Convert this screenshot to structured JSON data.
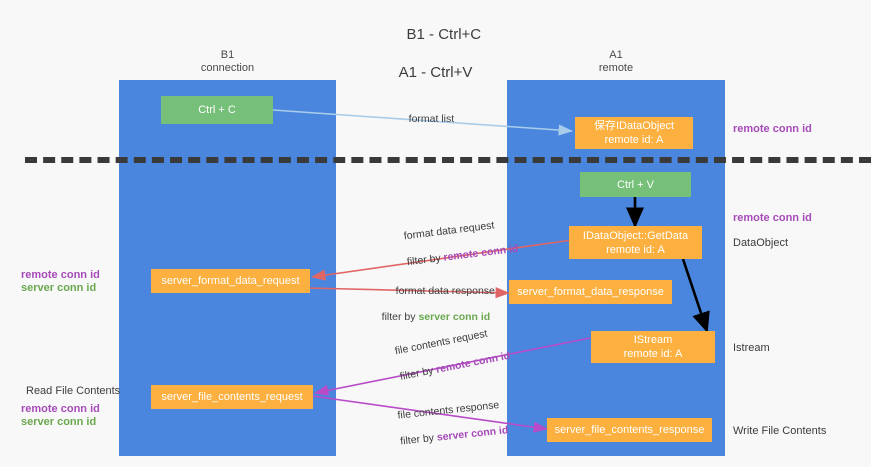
{
  "title": {
    "line1": "B1 - Ctrl+C",
    "line2": "A1 - Ctrl+V"
  },
  "columns": [
    {
      "name": "B1",
      "role": "connection"
    },
    {
      "name": "A1",
      "role": "remote"
    }
  ],
  "colors": {
    "lane": "#4a86dd",
    "green_node": "#76c07a",
    "orange_node": "#fbb040",
    "divider": "#3a3a3a",
    "remote_conn_id": "#a64bb8",
    "server_conn_id": "#6aa84f",
    "edge_blue": "#a8cdeb",
    "edge_red": "#e06666",
    "edge_magenta": "#b84bc8",
    "edge_black": "#000000",
    "background": "#f8f8f8"
  },
  "nodes": {
    "ctrl_c": {
      "label": "Ctrl + C"
    },
    "ctrl_v": {
      "label": "Ctrl + V"
    },
    "save_idataobject": {
      "line1": "保存IDataObject",
      "line2": "remote id: A"
    },
    "getdata": {
      "line1": "IDataObject::GetData",
      "line2": "remote id: A"
    },
    "istream": {
      "line1": "IStream",
      "line2": "remote id: A"
    },
    "server_format_data_request": {
      "label": "server_format_data_request"
    },
    "server_format_data_response": {
      "label": "server_format_data_response"
    },
    "server_file_contents_request": {
      "label": "server_file_contents_request"
    },
    "server_file_contents_response": {
      "label": "server_file_contents_response"
    }
  },
  "edge_labels": {
    "format_list": {
      "line1": "format list"
    },
    "format_data_request": {
      "line1": "format data request",
      "line2_prefix": "filter by ",
      "line2_key": "remote conn id"
    },
    "format_data_response": {
      "line1": "format data response",
      "line2_prefix": "filter by ",
      "line2_key": "server conn id"
    },
    "file_contents_request": {
      "line1": "file contents request",
      "line2_prefix": "filter by ",
      "line2_key": "remote conn id"
    },
    "file_contents_response": {
      "line1": "file contents response",
      "line2_prefix": "filter by ",
      "line2_key": "server conn id"
    }
  },
  "annotations": {
    "right_top_remote_conn_id": "remote conn id",
    "right_mid_remote_conn_id": "remote conn id",
    "right_dataobject": "DataObject",
    "right_istream": "Istream",
    "right_write_file_contents": "Write File Contents",
    "left_remote_conn_id": "remote conn id",
    "left_server_conn_id": "server conn id",
    "left_read_file_contents": "Read File Contents",
    "left_read_remote_conn_id": "remote conn id",
    "left_read_server_conn_id": "server conn id"
  }
}
